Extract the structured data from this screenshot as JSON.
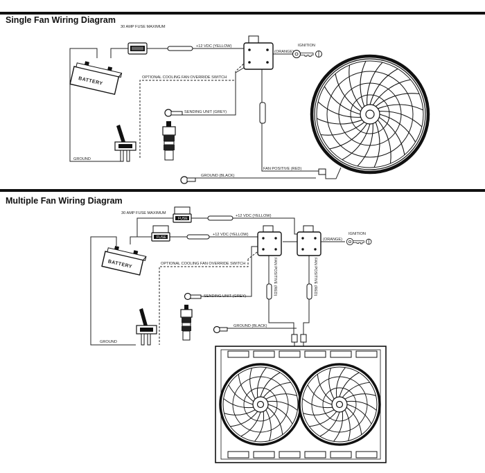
{
  "single": {
    "title": "Single Fan Wiring Diagram",
    "labels": {
      "fuse": "30 AMP FUSE MAXIMUM",
      "plus12": "+12 VDC (YELLOW)",
      "orange": "(ORANGE)",
      "ignition": "IGNITION",
      "override": "OPTIONAL COOLING FAN OVERRIDE SWITCH",
      "sending": "SENDING UNIT (GREY)",
      "ground_left": "GROUND",
      "ground_black": "GROUND (BLACK)",
      "fan_positive": "FAN POSITIVE (RED)",
      "battery": "BATTERY"
    }
  },
  "multiple": {
    "title": "Multiple Fan Wiring Diagram",
    "labels": {
      "fuse": "30 AMP FUSE MAXIMUM",
      "plus12_a": "+12 VDC (YELLOW)",
      "plus12_b": "+12 VDC (YELLOW)",
      "orange": "(ORANGE)",
      "ignition": "IGNITION",
      "override": "OPTIONAL COOLING FAN OVERRIDE SWITCH",
      "sending": "SENDING UNIT (GREY)",
      "ground_left": "GROUND",
      "ground_black": "GROUND (BLACK)",
      "fan_positive_a": "FAN POSITIVE (RED)",
      "fan_positive_b": "FAN POSITIVE (RED)",
      "battery": "BATTERY",
      "fuse_tag_a": "FUSE",
      "fuse_tag_b": "FUSE"
    }
  }
}
